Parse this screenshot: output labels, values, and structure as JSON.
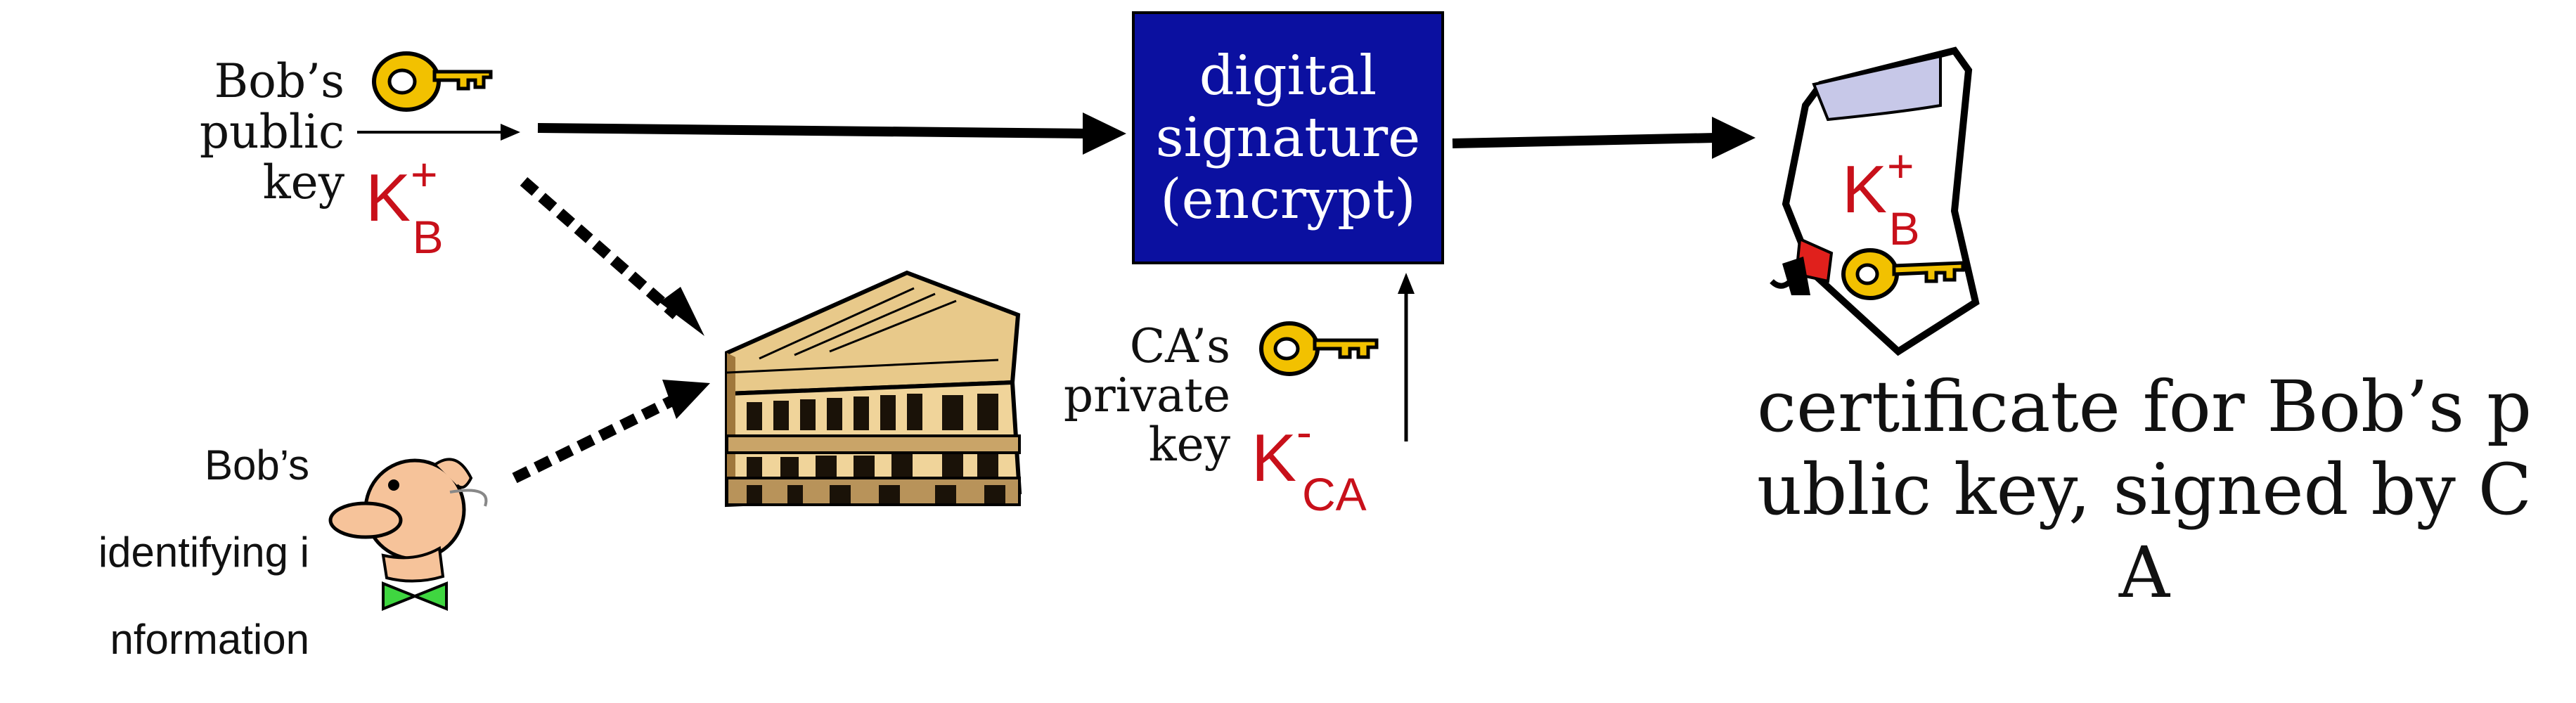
{
  "bob_public_key": {
    "label_lines": [
      "Bob’s",
      "public",
      "key"
    ],
    "symbol": "K",
    "subscript": "B",
    "superscript": "+"
  },
  "digital_signature": {
    "lines": [
      "digital",
      "signature",
      "(encrypt)"
    ]
  },
  "ca_private_key": {
    "label_lines": [
      "CA’s",
      "private",
      "key"
    ],
    "symbol": "K",
    "subscript": "CA",
    "superscript": "-"
  },
  "bob_identifying": {
    "lines": [
      "Bob’s",
      "identifying i",
      "nformation"
    ]
  },
  "certificate": {
    "key_symbol": "K",
    "key_subscript": "B",
    "key_superscript": "+",
    "caption_lines": [
      "certificate for Bob’s p",
      "ublic key, signed by C",
      "A"
    ]
  },
  "colors": {
    "signature_box": "#0b10a0",
    "key_text": "#c8101a",
    "key_gold": "#f2c100",
    "arrow": "#000000"
  }
}
